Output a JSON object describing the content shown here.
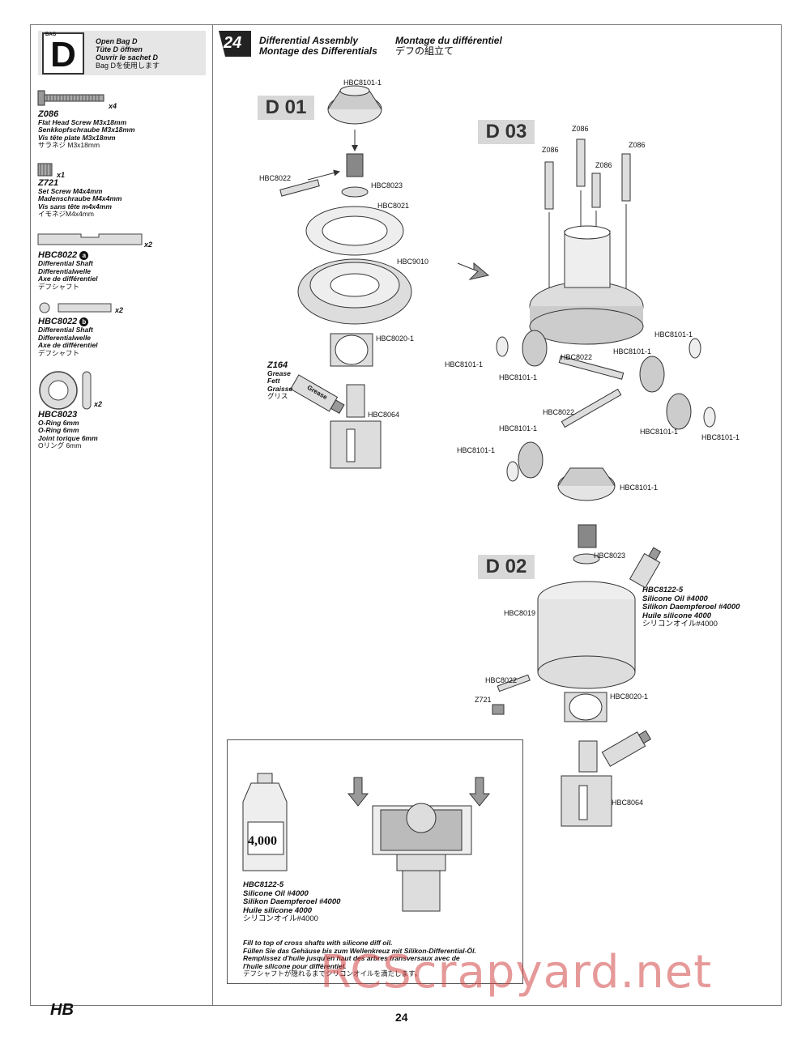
{
  "bag": {
    "small_label": "BAG",
    "letter": "D",
    "lines": [
      "Open Bag D",
      "Tüte D öffnen",
      "Ouvrir le sachet D",
      "Bag Dを使用します"
    ]
  },
  "parts": [
    {
      "code": "Z086",
      "qty": "x4",
      "lines": [
        "Flat Head Screw M3x18mm",
        "Senkkopfschraube M3x18mm",
        "Vis tête plate M3x18mm",
        "サラネジ M3x18mm"
      ]
    },
    {
      "code": "Z721",
      "qty": "x1",
      "lines": [
        "Set Screw M4x4mm",
        "Madenschraube M4x4mm",
        "Vis sans tête m4x4mm",
        "イモネジM4x4mm"
      ]
    },
    {
      "code": "HBC8022",
      "badge": "a",
      "qty": "x2",
      "lines": [
        "Differential Shaft",
        "Differentialwelle",
        "Axe de différentiel",
        "デフシャフト"
      ]
    },
    {
      "code": "HBC8022",
      "badge": "b",
      "qty": "x2",
      "lines": [
        "Differential Shaft",
        "Differentialwelle",
        "Axe de différentiel",
        "デフシャフト"
      ]
    },
    {
      "code": "HBC8023",
      "qty": "x2",
      "lines": [
        "O-Ring 6mm",
        "O-Ring 6mm",
        "Joint torique 6mm",
        "Oリング 6mm"
      ]
    }
  ],
  "step": {
    "number": "24",
    "title_en": "Differential Assembly",
    "title_de": "Montage des Differentials",
    "title_fr": "Montage du différentiel",
    "title_jp": "デフの組立て"
  },
  "sections": {
    "d01": "D 01",
    "d02": "D 02",
    "d03": "D 03"
  },
  "labels": {
    "d01_gear": "HBC8101-1",
    "d01_shaft": "HBC8022",
    "d01_oring": "HBC8023",
    "d01_gasket": "HBC8021",
    "d01_ring": "HBC9010",
    "d01_bearing": "HBC8020-1",
    "d01_outdrive": "HBC8064",
    "grease_code": "Z164",
    "grease_lines": [
      "Grease",
      "Fett",
      "Graisse",
      "グリス"
    ],
    "grease_tube": "Grease",
    "z086": "Z086",
    "d03_left_a": "HBC8101-1",
    "d03_left_b": "HBC8101-1",
    "d03_shaft_top": "HBC8022",
    "d03_shaft_mid": "HBC8022",
    "d03_right_a": "HBC8101-1",
    "d03_right_b": "HBC8101-1",
    "d03_lowleft_b": "HBC8101-1",
    "d03_lowleft_a": "HBC8101-1",
    "d03_lowright_b": "HBC8101-1",
    "d03_lowright_a": "HBC8101-1",
    "d03_gear_c": "HBC8101-1",
    "d02_oring": "HBC8023",
    "d02_case": "HBC8019",
    "d02_shaft": "HBC8022",
    "d02_setscrew": "Z721",
    "d02_bearing": "HBC8020-1",
    "d02_outdrive": "HBC8064"
  },
  "oil": {
    "code": "HBC8122-5",
    "lines": [
      "Silicone Oil #4000",
      "Silikon Daempferoel #4000",
      "Huile silicone 4000",
      "シリコンオイル#4000"
    ],
    "bottle_text": "4,000"
  },
  "fill_note": [
    "Fill to top of cross shafts with silicone diff oil.",
    "Füllen Sie das Gehäuse bis zum Wellenkreuz mit Silikon-Differential-Öl.",
    "Remplissez d'huile jusqu'en haut des arbres transversaux avec de",
    "l'huile silicone pour différentiel.",
    "デフシャフトが隠れるまでシリコンオイルを満たします。"
  ],
  "page_number": "24",
  "logo_text": "HB",
  "watermark": "RCScrapyard.net",
  "colors": {
    "label_bg": "#d8d8d8",
    "watermark": "#d24646",
    "bag_bg": "#e6e6e6"
  }
}
